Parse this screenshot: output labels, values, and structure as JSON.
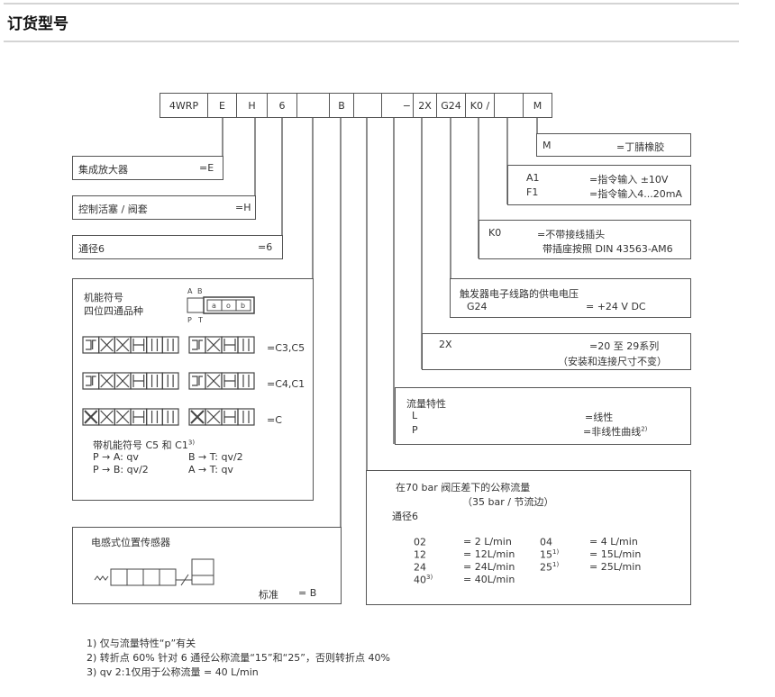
{
  "header": {
    "title": "订货型号"
  },
  "code_cells": [
    "4WRP",
    "E",
    "H",
    "6",
    "",
    "B",
    "",
    "−",
    "2X",
    "G24",
    "K0 /",
    "",
    "M"
  ],
  "options": {
    "amplifier": {
      "label": "集成放大器",
      "code": "=E"
    },
    "spool": {
      "label": "控制活塞 / 阀套",
      "code": "=H"
    },
    "size": {
      "label": "通径6",
      "code": "=6"
    },
    "symbols": {
      "title1": "机能符号",
      "title2": "四位四通品种",
      "port_A": "A",
      "port_B": "B",
      "port_P": "P",
      "port_T": "T",
      "pos_a": "a",
      "pos_o": "o",
      "pos_b": "b",
      "rows": [
        "=C3,C5",
        "=C4,C1",
        "=C"
      ],
      "note": "带机能符号 C5 和 C1",
      "note_sup": "3)",
      "flows": [
        "P → A:  qv",
        "B → T:  qv/2",
        "P → B:  qv/2",
        "A → T:  qv"
      ]
    },
    "sensor": {
      "label": "电感式位置传感器",
      "std": "标准",
      "code": "= B"
    },
    "seal": {
      "key": "M",
      "value": "=丁腈橡胶"
    },
    "input": {
      "a1_key": "A1",
      "a1_value": "=指令输入 ±10V",
      "f1_key": "F1",
      "f1_value": "=指令输入4...20mA"
    },
    "connector": {
      "key": "K0",
      "value": "=不带接线插头",
      "value2": "带插座按照 DIN 43563-AM6"
    },
    "voltage": {
      "title": "触发器电子线路的供电电压",
      "key": "G24",
      "value": "= +24 V DC"
    },
    "series": {
      "key": "2X",
      "value": "=20 至 29系列",
      "value2": "（安装和连接尺寸不变）"
    },
    "flow_char": {
      "title": "流量特性",
      "l_key": "L",
      "l_value": "=线性",
      "p_key": "P",
      "p_value": "=非线性曲线",
      "p_sup": "2)"
    },
    "nominal": {
      "title": "在70 bar 阀压差下的公称流量",
      "subtitle": "（35 bar / 节流边）",
      "size": "通径6",
      "items": [
        {
          "k": "02",
          "sup": "",
          "v": "=  2 L/min"
        },
        {
          "k": "04",
          "sup": "",
          "v": "= 4 L/min"
        },
        {
          "k": "12",
          "sup": "",
          "v": "=  12L/min"
        },
        {
          "k": "15",
          "sup": "1)",
          "v": "=  15L/min"
        },
        {
          "k": "24",
          "sup": "",
          "v": "=  24L/min"
        },
        {
          "k": "25",
          "sup": "1)",
          "v": "=  25L/min"
        },
        {
          "k": "40",
          "sup": "3)",
          "v": "=  40L/min"
        }
      ]
    }
  },
  "footnotes": [
    "1) 仅与流量特性“p”有关",
    "2) 转折点 60% 针对 6 通径公称流量“15”和“25”，否则转折点 40%",
    "3) qv 2:1仅用于公称流量 = 40 L/min"
  ]
}
